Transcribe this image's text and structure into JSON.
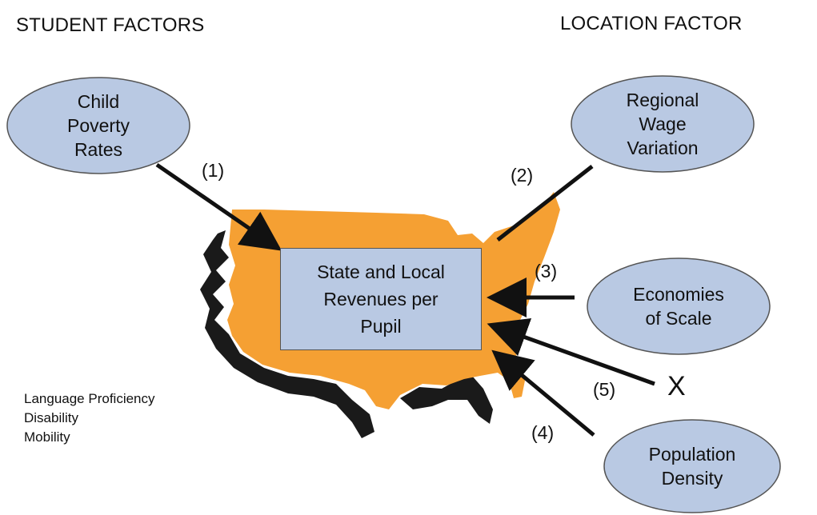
{
  "headings": {
    "student": "STUDENT FACTORS",
    "location": "LOCATION FACTOR"
  },
  "center": {
    "label": "State and Local\nRevenues per\nPupil"
  },
  "factors": {
    "child_poverty": {
      "label": "Child\nPoverty\nRates",
      "number": "(1)"
    },
    "regional_wage": {
      "label": "Regional\nWage\nVariation",
      "number": "(2)"
    },
    "economies_scale": {
      "label": "Economies\nof Scale",
      "number": "(3)"
    },
    "population_density": {
      "label": "Population\nDensity",
      "number": "(4)"
    },
    "x_factor": {
      "label": "X",
      "number": "(5)"
    }
  },
  "other_student_factors": [
    "Language Proficiency",
    "Disability",
    "Mobility"
  ],
  "colors": {
    "map_fill": "#f5a033",
    "map_shadow": "#1a1a1a",
    "ellipse_fill": "#b9c9e3",
    "ellipse_stroke": "#555555",
    "arrow": "#111111"
  }
}
